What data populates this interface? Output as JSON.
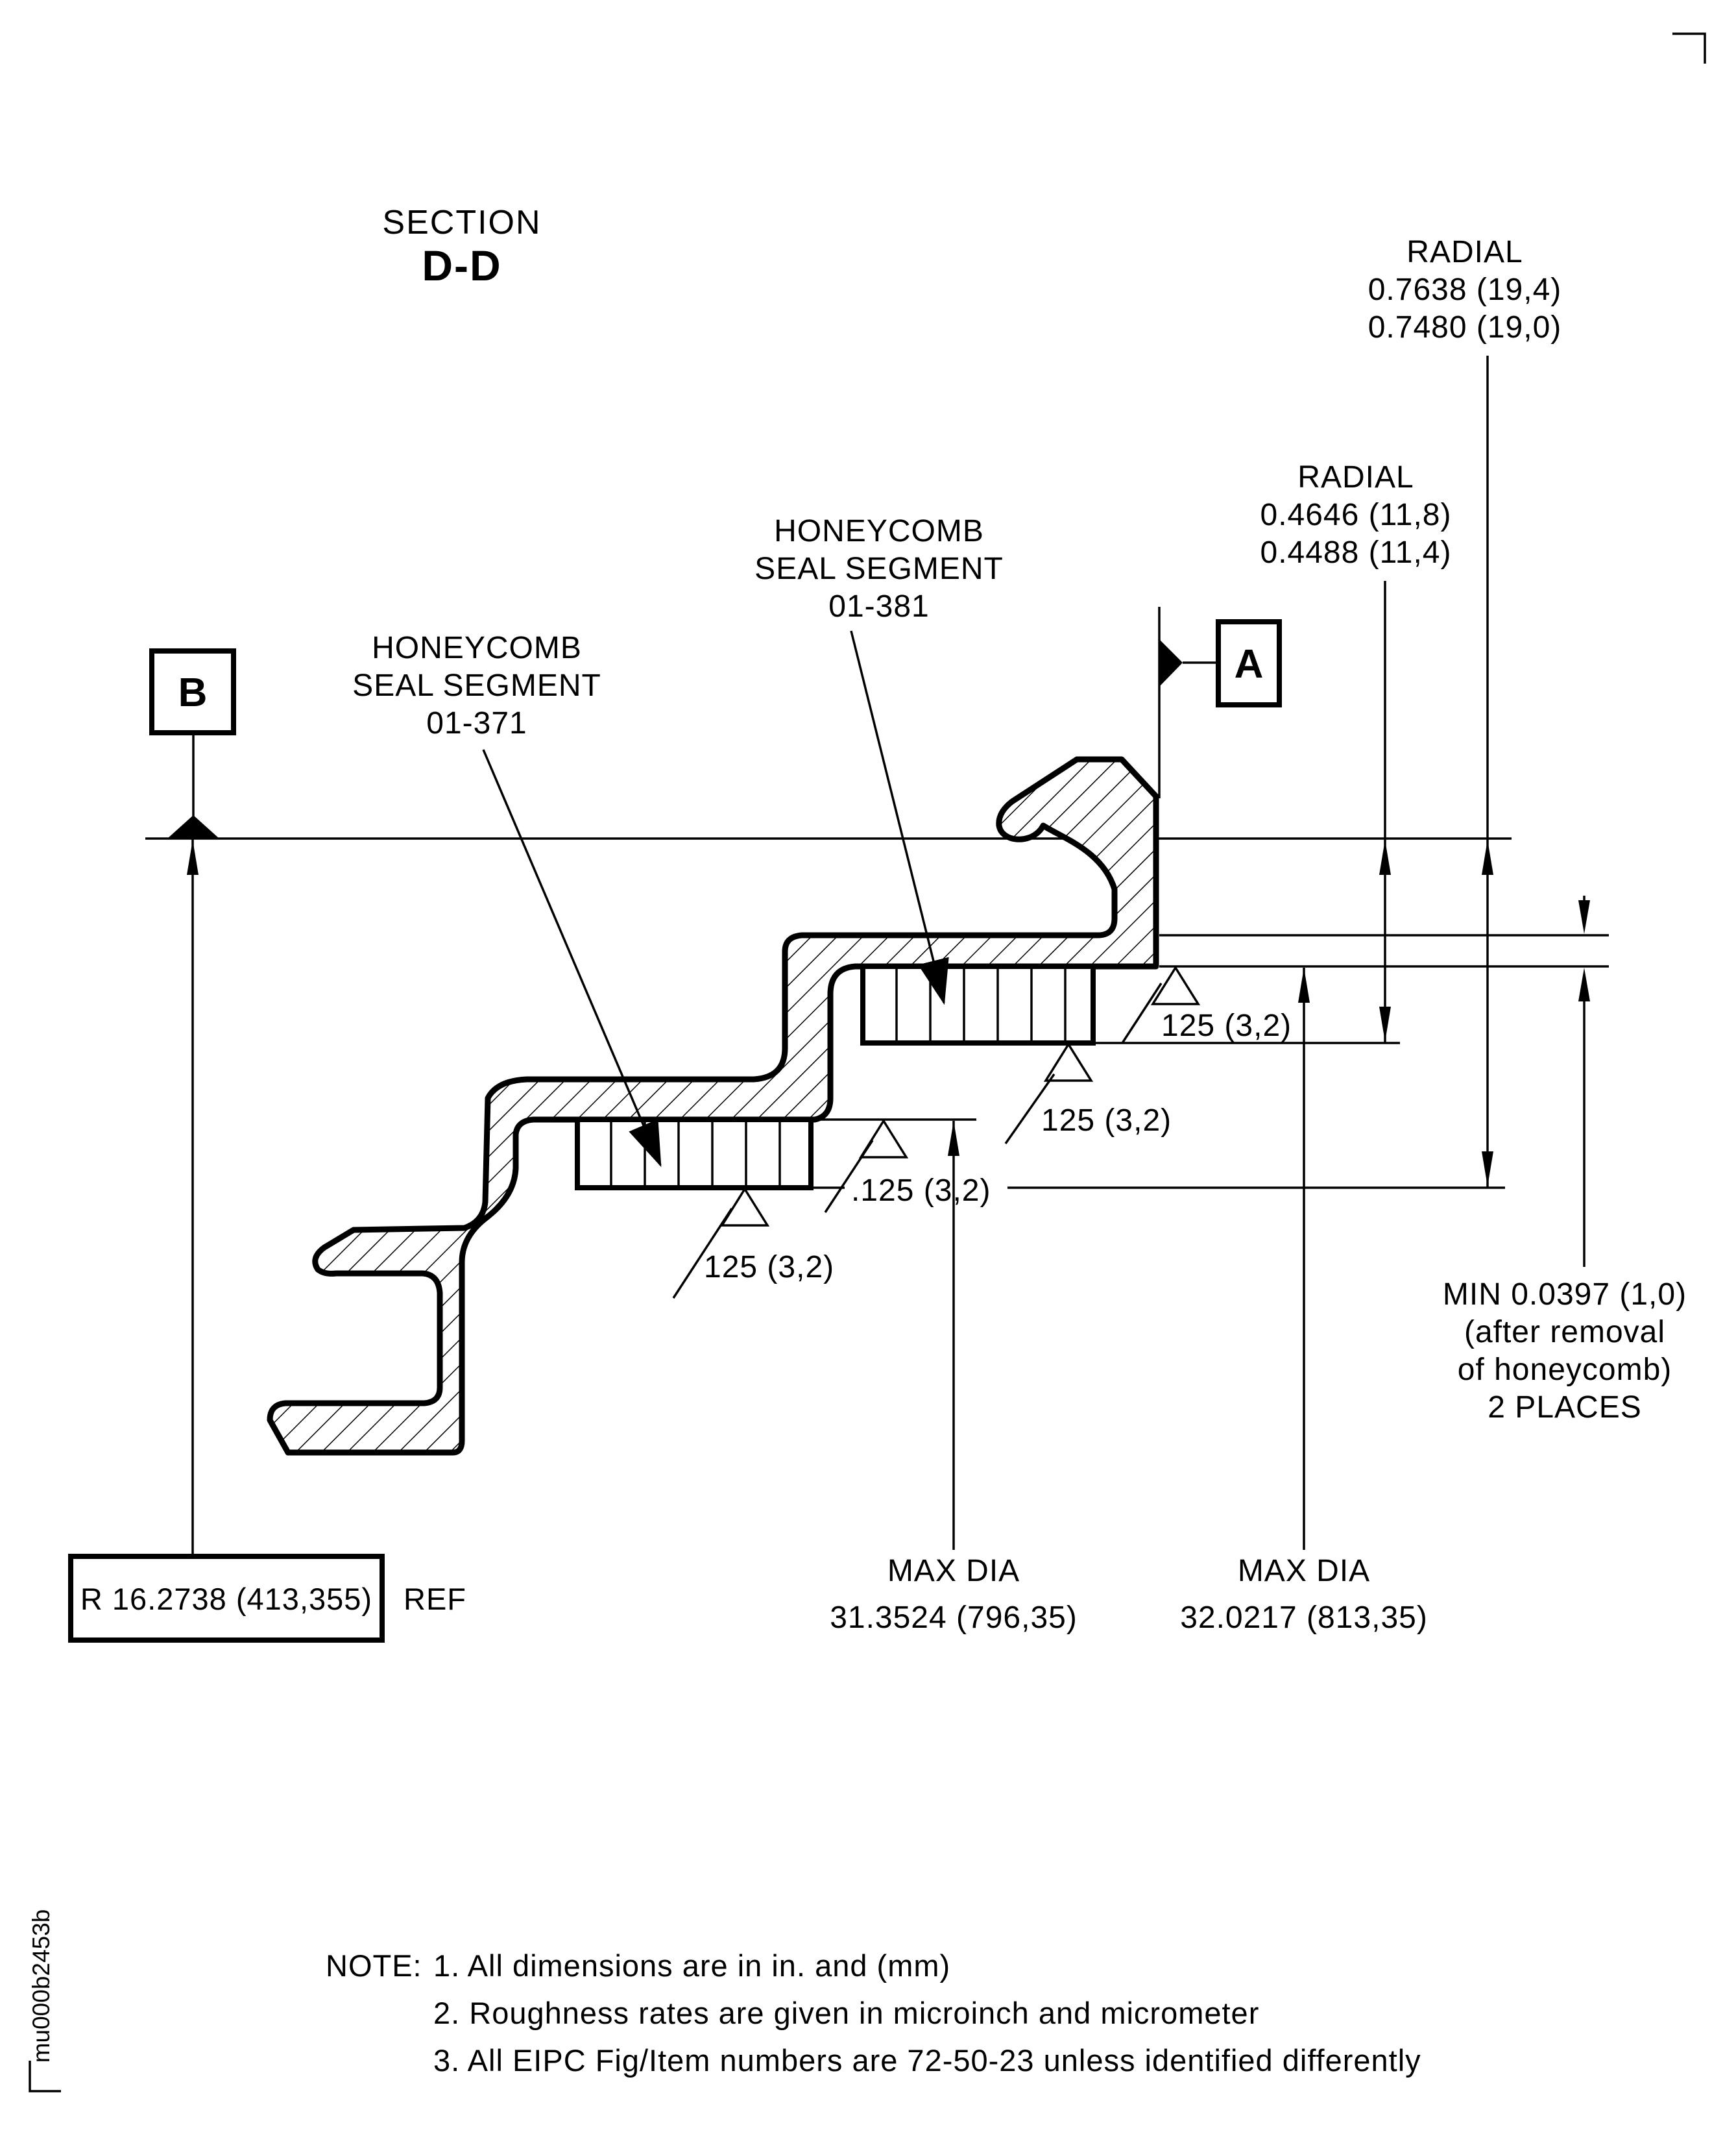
{
  "section": {
    "label": "SECTION",
    "id": "D-D"
  },
  "datum_flags": {
    "a": "A",
    "b": "B"
  },
  "dim_radial_outer": {
    "title": "RADIAL",
    "val_max": "0.7638 (19,4)",
    "val_min": "0.7480 (19,0)"
  },
  "dim_radial_inner": {
    "title": "RADIAL",
    "val_max": "0.4646 (11,8)",
    "val_min": "0.4488 (11,4)"
  },
  "seal_segment_upper": {
    "line1": "HONEYCOMB",
    "line2": "SEAL SEGMENT",
    "item": "01-381"
  },
  "seal_segment_lower": {
    "line1": "HONEYCOMB",
    "line2": "SEAL SEGMENT",
    "item": "01-371"
  },
  "roughness": {
    "upper_web": "125 (3,2)",
    "upper_segment": "125 (3,2)",
    "lower_web": ".125 (3,2)",
    "lower_segment": "125 (3,2)"
  },
  "dim_min_wall": {
    "line1": "MIN 0.0397 (1,0)",
    "line2": "(after removal",
    "line3": "of honeycomb)",
    "line4": "2 PLACES"
  },
  "dim_max_dia_inner": {
    "line1": "MAX DIA",
    "line2": "31.3524 (796,35)"
  },
  "dim_max_dia_outer": {
    "line1": "MAX DIA",
    "line2": "32.0217 (813,35)"
  },
  "dim_radius_ref": {
    "boxed": "R 16.2738 (413,355)",
    "suffix": "REF"
  },
  "notes": {
    "label": "NOTE:",
    "item1": "1. All dimensions are in in. and (mm)",
    "item2": "2. Roughness rates are given in microinch and micrometer",
    "item3": "3. All EIPC Fig/Item numbers are 72-50-23 unless identified differently"
  },
  "doc_code": "mu000b2453b"
}
